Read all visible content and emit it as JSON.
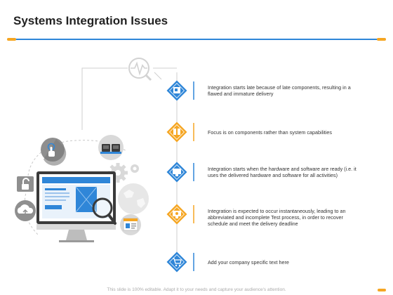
{
  "title": "Systems Integration Issues",
  "colors": {
    "accent_blue": "#2f86d8",
    "accent_orange": "#f5a623",
    "line_gray": "#cfcfcf"
  },
  "items": [
    {
      "icon": "blueprint-icon",
      "color": "blue",
      "text": "Integration starts late because of late components, resulting in a flawed and immature delivery"
    },
    {
      "icon": "package-icon",
      "color": "orange",
      "text": "Focus is on components rather than system capabilities"
    },
    {
      "icon": "computer-icon",
      "color": "blue",
      "text": "Integration starts when the hardware and software are ready (i.e. it uses the delivered hardware and software for all activities)"
    },
    {
      "icon": "settings-monitor-icon",
      "color": "orange",
      "text": "Integration is expected to occur instantaneously, leading to an abbreviated and incomplete Test process, in order to recover schedule and meet the delivery deadline"
    },
    {
      "icon": "cart-icon",
      "color": "blue",
      "text": "Add your company specific text here"
    }
  ],
  "footer": "This slide is 100% editable. Adapt it to your needs and capture your audience's attention."
}
